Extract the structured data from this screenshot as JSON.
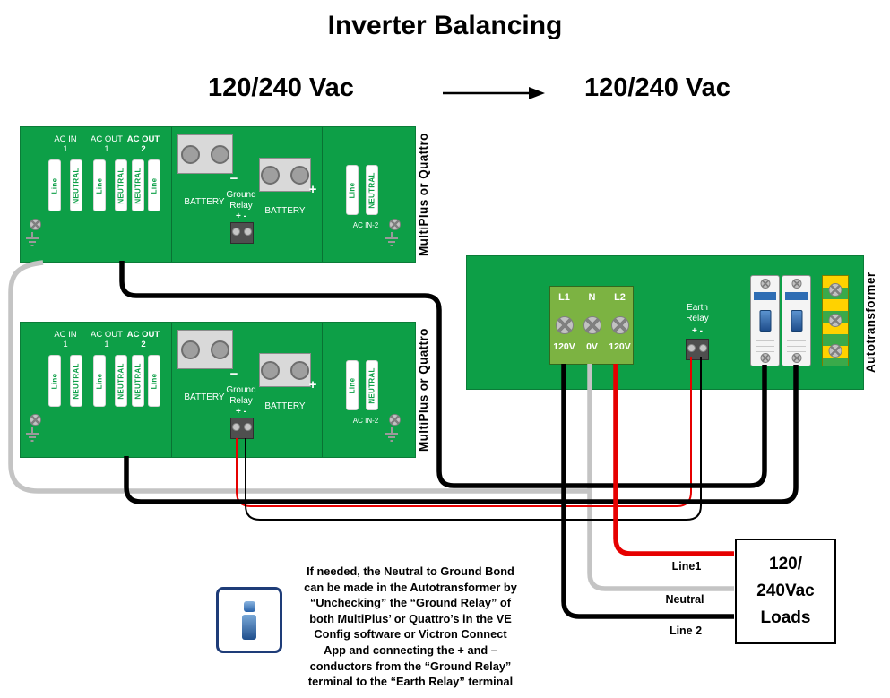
{
  "title": "Inverter Balancing",
  "left_voltage": "120/240 Vac",
  "right_voltage": "120/240 Vac",
  "inverter": {
    "device_label": "MultiPlus or Quattro",
    "groups": [
      {
        "line1": "AC IN",
        "line2": "1",
        "strips": [
          "Line",
          "NEUTRAL"
        ]
      },
      {
        "line1": "AC OUT",
        "line2": "1",
        "strips": [
          "Line",
          "NEUTRAL"
        ]
      },
      {
        "line1": "AC OUT",
        "line2": "2",
        "strips": [
          "NEUTRAL",
          "Line"
        ]
      }
    ],
    "battery1_label": "BATTERY",
    "battery2_label": "BATTERY",
    "battery_minus": "−",
    "battery_plus": "+",
    "ground_relay": {
      "line1": "Ground",
      "line2": "Relay",
      "polarity": "+ -"
    },
    "ac_in2": {
      "label": "AC IN-2",
      "strips": [
        "Line",
        "NEUTRAL"
      ]
    }
  },
  "autotransformer": {
    "device_label": "Autotransformer",
    "terminals": [
      {
        "top": "L1",
        "bottom": "120V"
      },
      {
        "top": "N",
        "bottom": "0V"
      },
      {
        "top": "L2",
        "bottom": "120V"
      }
    ],
    "earth_relay": {
      "line1": "Earth",
      "line2": "Relay",
      "polarity": "+ -"
    }
  },
  "loads": {
    "line1": "120/",
    "line2": "240Vac",
    "line3": "Loads"
  },
  "wire_labels": {
    "line1": "Line1",
    "neutral": "Neutral",
    "line2": "Line 2"
  },
  "note_lines": [
    "If needed, the Neutral to Ground Bond",
    "can be made in the Autotransformer by",
    "“Unchecking” the “Ground Relay” of",
    "both MultiPlus’ or Quattro’s in the VE",
    "Config software or Victron Connect",
    "App and connecting the + and –",
    "conductors from the “Ground Relay”",
    "terminal to the “Earth Relay” terminal"
  ],
  "colors": {
    "device_green": "#0d9f47",
    "terminal_green": "#7cb342",
    "wire_black": "#000000",
    "wire_gray": "#c4c4c4",
    "wire_red": "#e60000",
    "info_blue": "#2e6db4"
  }
}
